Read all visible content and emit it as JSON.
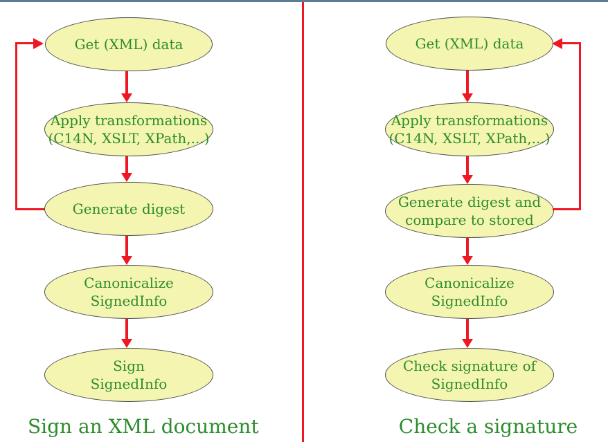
{
  "theme": {
    "page-bg": "#ffffff",
    "top-bar": "#5c7b96",
    "accent-red": "#ef1822",
    "node-fill": "#f5f5b2",
    "node-border": "#4c4c4c",
    "text-green": "#2c8c2c"
  },
  "left_flow": {
    "caption": "Sign an XML document",
    "nodes": [
      {
        "line1": "Get (XML) data",
        "line2": ""
      },
      {
        "line1": "Apply transformations",
        "line2": "(C14N, XSLT, XPath,...)"
      },
      {
        "line1": "Generate digest",
        "line2": ""
      },
      {
        "line1": "Canonicalize",
        "line2": "SignedInfo"
      },
      {
        "line1": "Sign",
        "line2": "SignedInfo"
      }
    ]
  },
  "right_flow": {
    "caption": "Check a signature",
    "nodes": [
      {
        "line1": "Get (XML) data",
        "line2": ""
      },
      {
        "line1": "Apply transformations",
        "line2": "(C14N, XSLT, XPath,...)"
      },
      {
        "line1": "Generate digest and",
        "line2": "compare to stored"
      },
      {
        "line1": "Canonicalize",
        "line2": "SignedInfo"
      },
      {
        "line1": "Check signature of",
        "line2": "SignedInfo"
      }
    ]
  }
}
